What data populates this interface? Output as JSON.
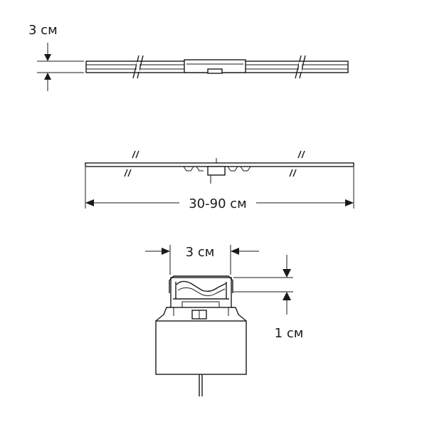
{
  "dimensions": {
    "top_height": "3 см",
    "length": "30-90 см",
    "cross_width": "3 см",
    "cross_depth": "1 см"
  }
}
